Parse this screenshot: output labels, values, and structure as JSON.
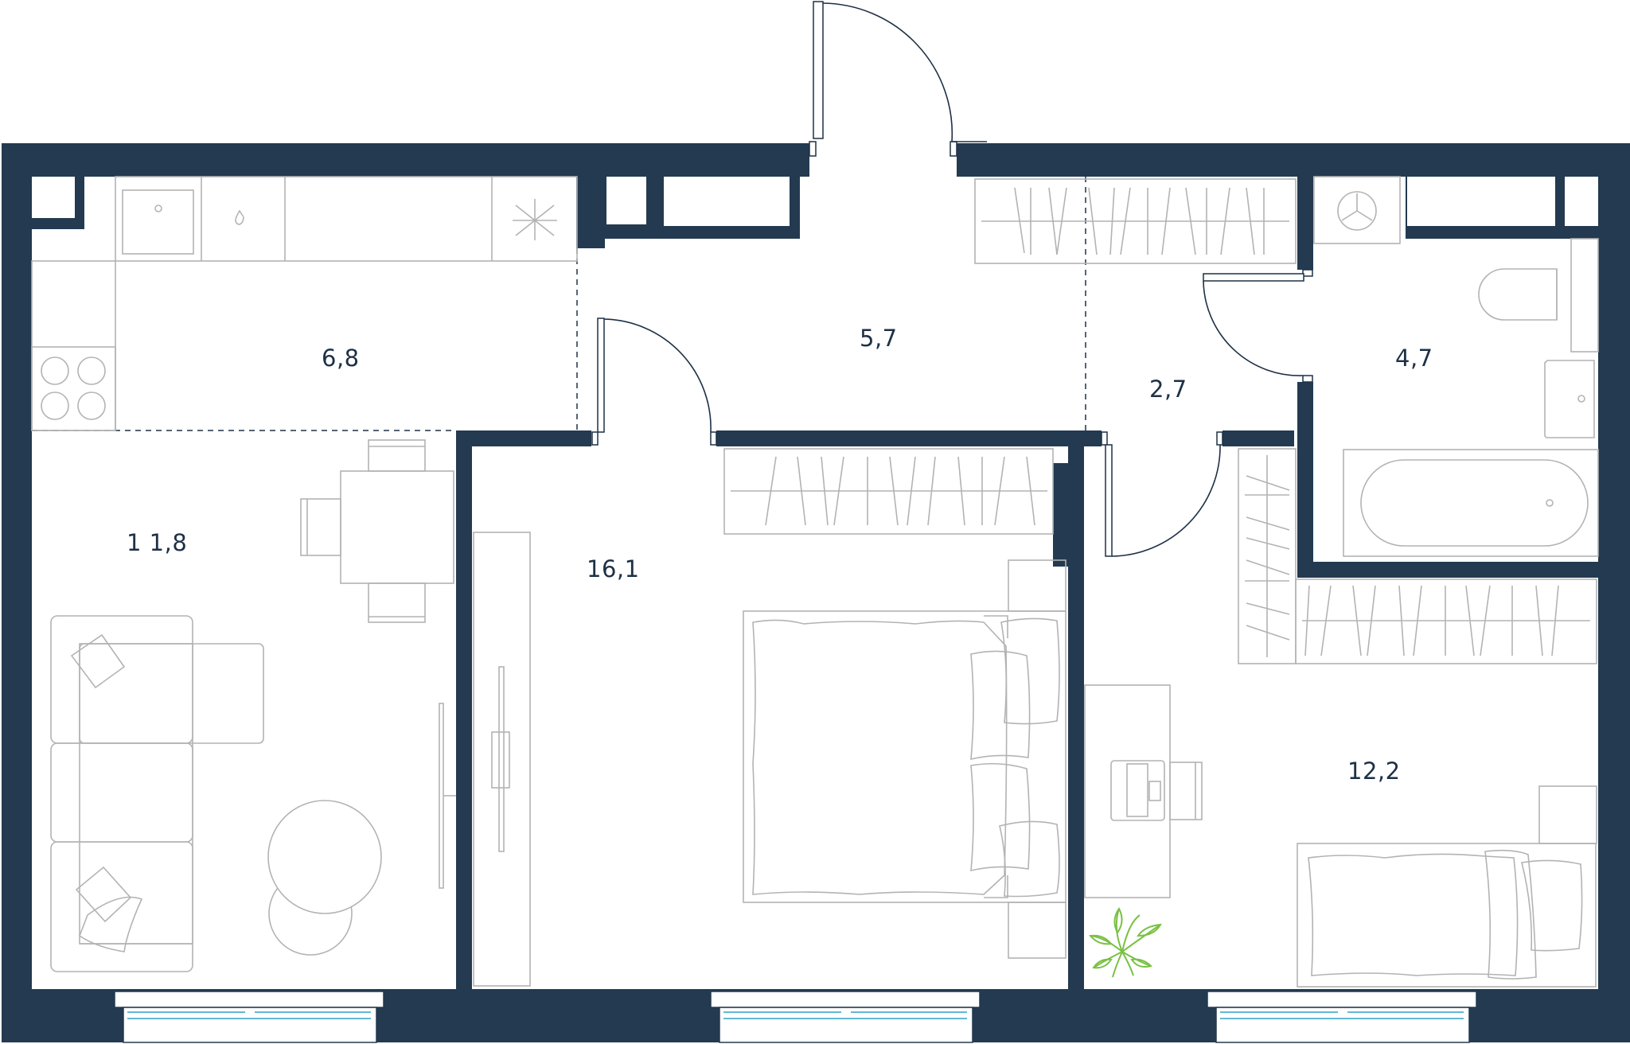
{
  "floor_plan": {
    "colors": {
      "wall": "#233a51",
      "label": "#1e3046",
      "furniture": "#b3b3b3",
      "plant": "#79c143",
      "glass": "#63b8d6"
    },
    "rooms": [
      {
        "id": "kitchen",
        "area": "6,8"
      },
      {
        "id": "hallway",
        "area": "5,7"
      },
      {
        "id": "corridor",
        "area": "2,7"
      },
      {
        "id": "bathroom",
        "area": "4,7"
      },
      {
        "id": "living-room",
        "area": "1 1,8"
      },
      {
        "id": "bedroom",
        "area": "16,1"
      },
      {
        "id": "second-bedroom",
        "area": "12,2"
      }
    ]
  }
}
